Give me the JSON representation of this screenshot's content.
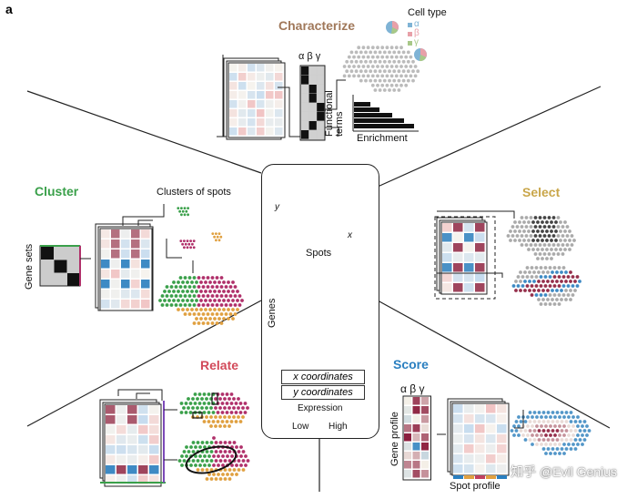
{
  "panel_letter": "a",
  "sections": {
    "characterize": {
      "title": "Characterize",
      "color": "#a0785a"
    },
    "cluster": {
      "title": "Cluster",
      "color": "#3aa04a"
    },
    "select": {
      "title": "Select",
      "color": "#c9a64a"
    },
    "relate": {
      "title": "Relate",
      "color": "#d24a5a"
    },
    "score": {
      "title": "Score",
      "color": "#2a7fc0"
    }
  },
  "characterize_labels": {
    "cell_type": "Cell type",
    "alpha": "α",
    "beta": "β",
    "gamma": "γ",
    "greek_header": "α β γ",
    "functional_terms": "Functional terms",
    "enrichment": "Enrichment"
  },
  "cluster_labels": {
    "clusters_of_spots": "Clusters of spots",
    "gene_sets": "Gene sets"
  },
  "center_labels": {
    "y_axis": "y",
    "x_axis": "x",
    "spots": "Spots",
    "genes": "Genes",
    "x_coordinates": "x coordinates",
    "y_coordinates": "y coordinates",
    "expression": "Expression",
    "low": "Low",
    "high": "High"
  },
  "score_labels": {
    "greek_header": "α β γ",
    "gene_profile": "Gene profile",
    "spot_profile": "Spot profile"
  },
  "watermark": "知乎 @Evil Genius",
  "colors": {
    "cell_alpha": "#7fb3d5",
    "cell_beta": "#e8a0a8",
    "cell_gamma": "#a8c888",
    "heat_low": "#2a7fc0",
    "heat_mid": "#f4f0e8",
    "heat_high": "#8a1a3a",
    "cluster_green": "#3aa04a",
    "cluster_magenta": "#b0306a",
    "cluster_orange": "#e0a040",
    "spot_grey": "#bbbbbb"
  }
}
